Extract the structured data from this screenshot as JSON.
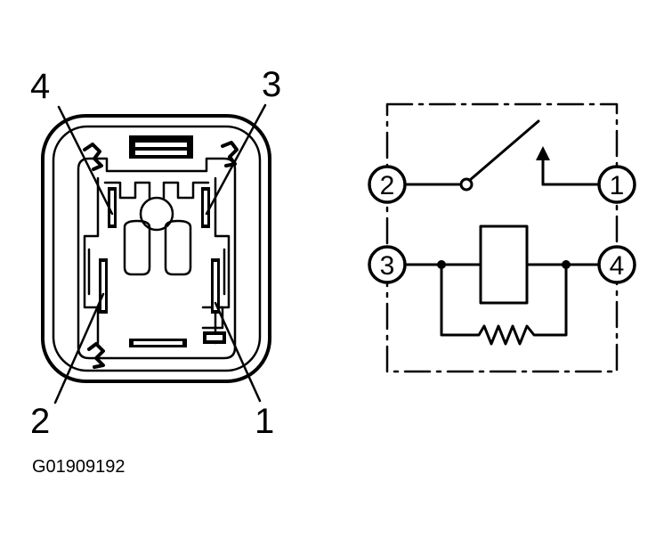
{
  "connector": {
    "terminals": [
      {
        "id": "4",
        "label": "4"
      },
      {
        "id": "3",
        "label": "3"
      },
      {
        "id": "2",
        "label": "2"
      },
      {
        "id": "1",
        "label": "1"
      }
    ]
  },
  "schematic": {
    "terminals": [
      {
        "id": "2",
        "label": "2"
      },
      {
        "id": "1",
        "label": "1"
      },
      {
        "id": "3",
        "label": "3"
      },
      {
        "id": "4",
        "label": "4"
      }
    ]
  },
  "figure_code": "G01909192"
}
